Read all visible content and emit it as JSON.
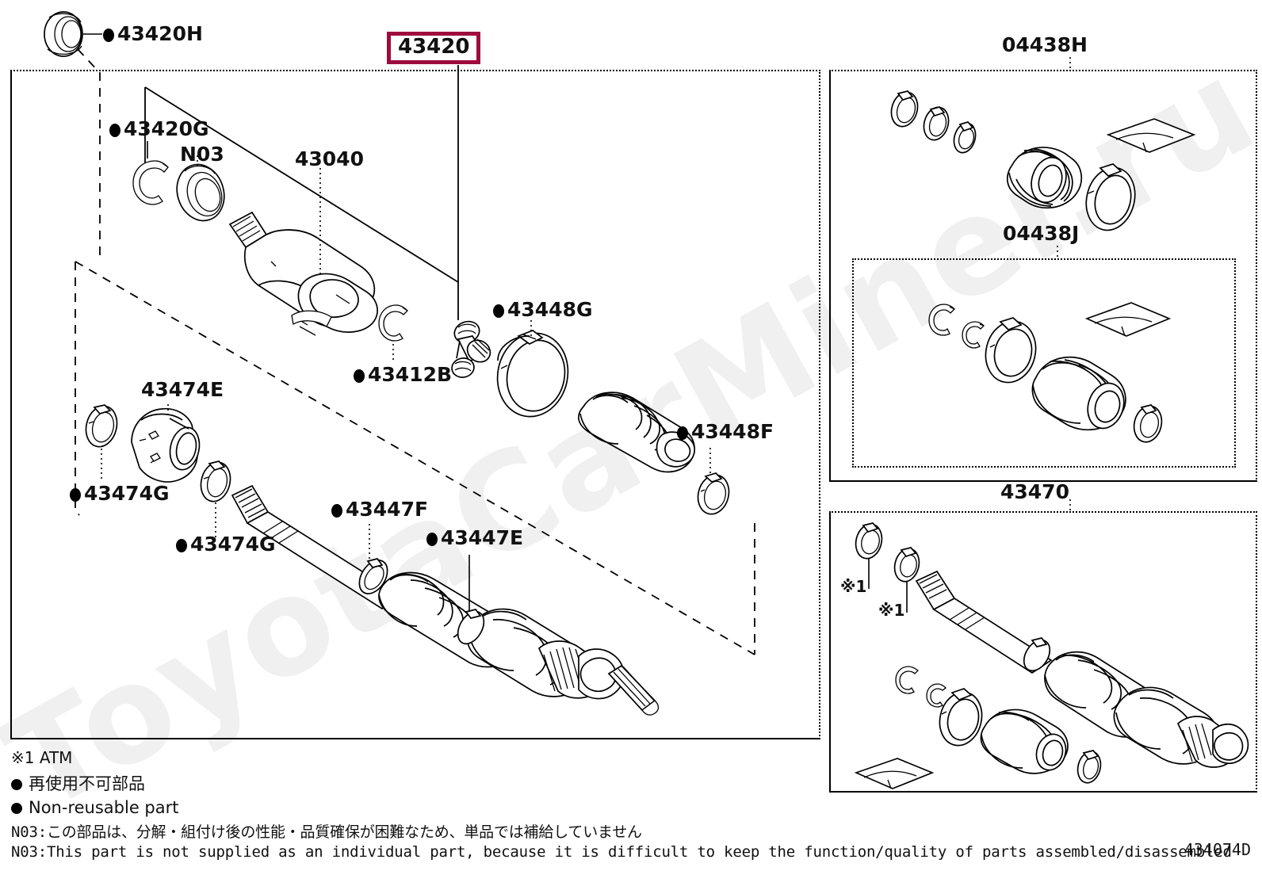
{
  "diagram": {
    "code": "434074D",
    "title_highlight": "43420"
  },
  "main_panel": {
    "highlight_label": "43420",
    "labels": [
      {
        "id": "lbl-43420h",
        "text": "43420H",
        "non_reusable": true
      },
      {
        "id": "lbl-43420g",
        "text": "43420G",
        "non_reusable": true
      },
      {
        "id": "lbl-n03",
        "text": "N03",
        "non_reusable": false
      },
      {
        "id": "lbl-43040",
        "text": "43040",
        "non_reusable": false
      },
      {
        "id": "lbl-43412b",
        "text": "43412B",
        "non_reusable": true
      },
      {
        "id": "lbl-43448g",
        "text": "43448G",
        "non_reusable": true
      },
      {
        "id": "lbl-43448f",
        "text": "43448F",
        "non_reusable": true
      },
      {
        "id": "lbl-43474e",
        "text": "43474E",
        "non_reusable": false
      },
      {
        "id": "lbl-43474g-1",
        "text": "43474G",
        "non_reusable": true
      },
      {
        "id": "lbl-43474g-2",
        "text": "43474G",
        "non_reusable": true
      },
      {
        "id": "lbl-43447f",
        "text": "43447F",
        "non_reusable": true
      },
      {
        "id": "lbl-43447e",
        "text": "43447E",
        "non_reusable": true
      }
    ]
  },
  "right_panels": [
    {
      "id": "panel-04438h",
      "label": "04438H"
    },
    {
      "id": "panel-04438j",
      "label": "04438J"
    },
    {
      "id": "panel-43470",
      "label": "43470"
    }
  ],
  "atm_marks": [
    {
      "id": "atm-1",
      "text": "※1"
    },
    {
      "id": "atm-2",
      "text": "※1"
    }
  ],
  "notes": {
    "atm": "※1 ATM",
    "non_reusable_jp": "再使用不可部品",
    "non_reusable_en": "Non-reusable part",
    "n03_jp": "N03:この部品は、分解・組付け後の性能・品質確保が困難なため、単品では補給していません",
    "n03_en": "N03:This part is not supplied as an individual part, because it is difficult to keep the function/quality of parts assembled/disassembled"
  },
  "watermark": {
    "text": "ToyotaCarMiner.ru"
  },
  "colors": {
    "highlight_border": "#9e0b3d",
    "line": "#000000",
    "background": "#ffffff"
  }
}
